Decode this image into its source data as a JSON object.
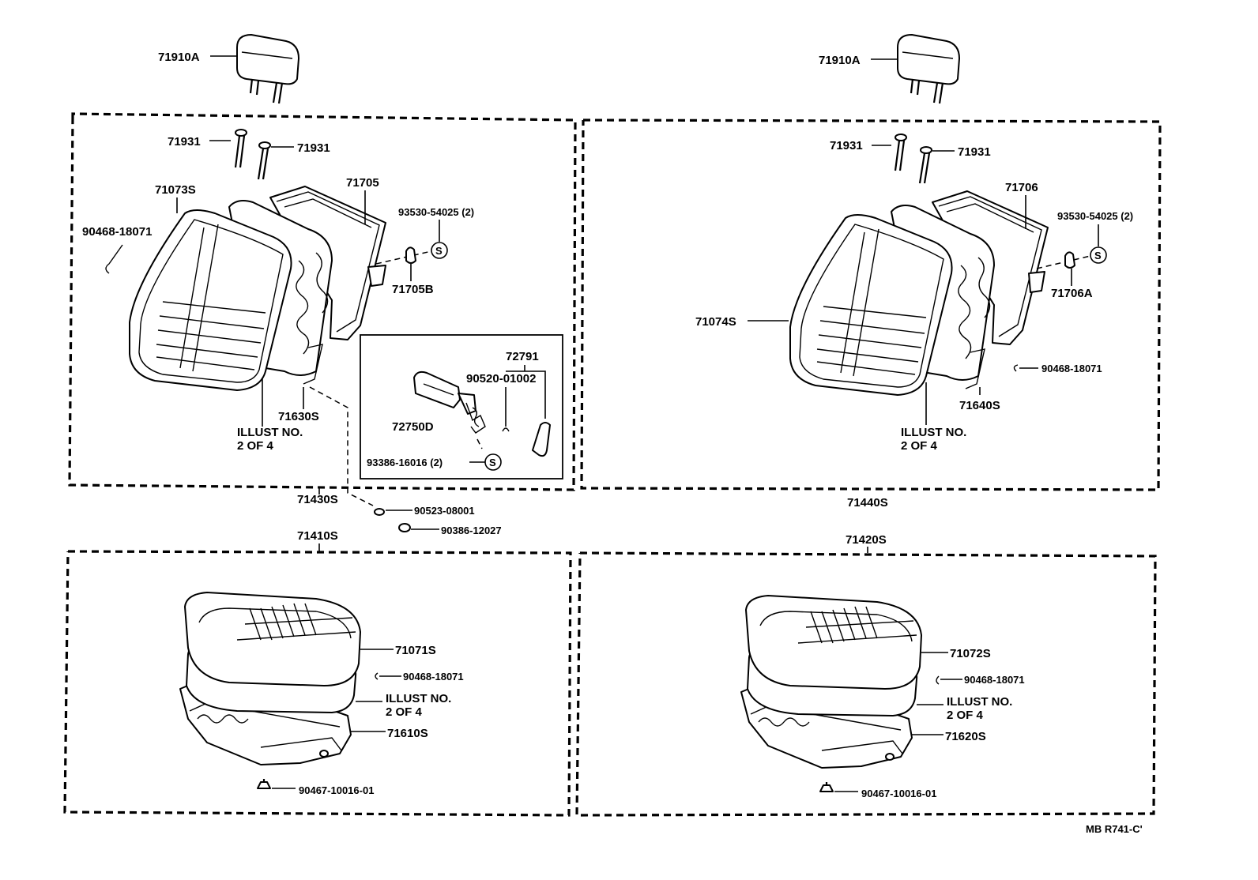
{
  "labels": {
    "headrest_left": "71910A",
    "headrest_right": "71910A",
    "guide_l1": "71931",
    "guide_l2": "71931",
    "guide_r1": "71931",
    "guide_r2": "71931",
    "back_cover_left": "71073S",
    "back_cover_right": "71074S",
    "back_frame_left": "71705",
    "back_frame_right": "71706",
    "screw_left": "93530-54025 (2)",
    "screw_right": "93530-54025 (2)",
    "hog_ring_left": "90468-18071",
    "hog_ring_right": "90468-18071",
    "bracket_left": "71705B",
    "bracket_right": "71706A",
    "spring_left": "71630S",
    "spring_right": "71640S",
    "illust_back_left_1": "ILLUST NO.",
    "illust_back_left_2": "2 OF 4",
    "illust_back_right_1": "ILLUST NO.",
    "illust_back_right_2": "2 OF 4",
    "armrest_sub": "72791",
    "armrest_pin": "90520-01002",
    "armrest": "72750D",
    "armrest_screw": "93386-16016 (2)",
    "assy_back_left": "71430S",
    "assy_back_right": "71440S",
    "washer": "90523-08001",
    "nut": "90386-12027",
    "assy_cushion_left": "71410S",
    "assy_cushion_right": "71420S",
    "cushion_cover_left": "71071S",
    "cushion_cover_right": "71072S",
    "cushion_hog_left": "90468-18071",
    "cushion_hog_right": "90468-18071",
    "illust_cush_left_1": "ILLUST NO.",
    "illust_cush_left_2": "2 OF 4",
    "illust_cush_right_1": "ILLUST NO.",
    "illust_cush_right_2": "2 OF 4",
    "cushion_frame_left": "71610S",
    "cushion_frame_right": "71620S",
    "clip_left": "90467-10016-01",
    "clip_right": "90467-10016-01",
    "drawing_code": "MB R741-C'",
    "s_mark": "S"
  }
}
